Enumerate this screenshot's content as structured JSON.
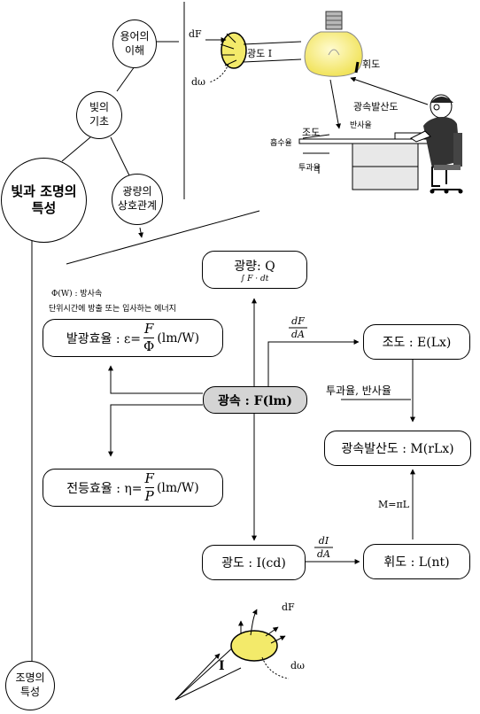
{
  "concept_map": {
    "root": "빛과 조명의\n특성",
    "terms": "용어의\n이해",
    "basics": "빛의\n기초",
    "relations": "광량의\n상호관계",
    "lighting": "조명의\n특성"
  },
  "illustration_top": {
    "dF": "dF",
    "intensity": "광도 I",
    "domega": "dω",
    "luminance": "휘도",
    "exitance": "광속발산도",
    "illuminance": "조도",
    "reflectance": "반사율",
    "absorptance": "흡수율",
    "transmittance": "투과율"
  },
  "flow": {
    "quantity": "광량: Q",
    "quantity_formula": "∫ F · dt",
    "radiant_flux": "Φ(W) : 방사속",
    "radiant_flux_desc": "단위시간에 방출 또는 입사하는 에너지",
    "efficacy_label": "발광효율 : ε=",
    "efficacy_num": "F",
    "efficacy_den": "Φ",
    "efficacy_unit": "(lm/W)",
    "flux": "광속 : F(lm)",
    "lamp_eff_label": "전등효율 : η=",
    "lamp_eff_num": "F",
    "lamp_eff_den": "P",
    "lamp_eff_unit": "(lm/W)",
    "illuminance": "조도 : E(Lx)",
    "dFdA_num": "dF",
    "dFdA_den": "dA",
    "trans_refl": "투과율, 반사율",
    "exitance": "광속발산도 : M(rLx)",
    "m_formula": "M=πL",
    "intensity": "광도 : I(cd)",
    "dIdA_num": "dI",
    "dIdA_den": "dA",
    "luminance": "휘도 : L(nt)"
  },
  "illustration_bottom": {
    "dF": "dF",
    "I": "I",
    "domega": "dω"
  }
}
